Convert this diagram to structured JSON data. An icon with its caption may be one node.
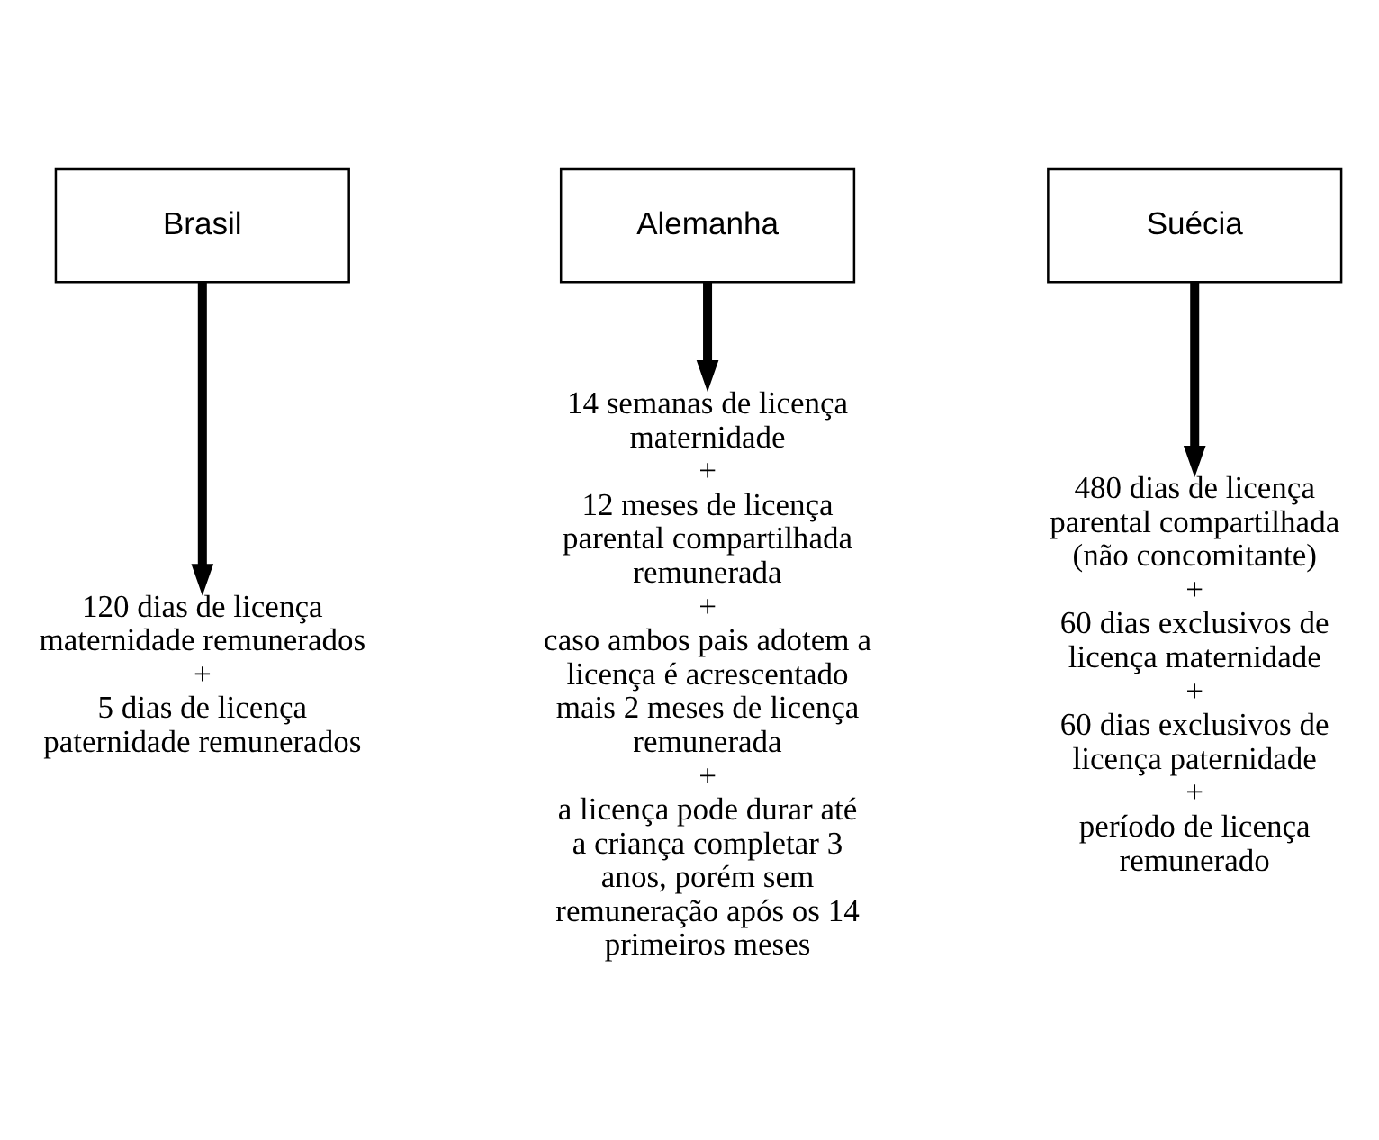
{
  "diagram": {
    "nodes": [
      {
        "text": [
          "Brasil"
        ]
      },
      {
        "text": [
          "Alemanha"
        ]
      },
      {
        "text": [
          "Suécia"
        ]
      },
      {
        "text": [
          "120 dias de licença maternidade remunerados",
          "+",
          "5 dias de licença paternidade remunerados"
        ]
      },
      {
        "text": [
          "14 semanas de licença maternidade",
          "+",
          "12 meses de licença parental compartilhada remunerada",
          "+",
          "caso ambos pais adotem a licença é acrescentado mais 2 meses de licença remunerada",
          "+",
          "a licença pode durar até a criança completar 3 anos, porém sem remuneração após os 14 primeiros meses"
        ]
      },
      {
        "text": [
          "480 dias de licença parental compartilhada (não concomitante)",
          "+",
          "60 dias exclusivos de licença maternidade",
          "+",
          "60 dias exclusivos de licença paternidade",
          "+",
          "período de licença remunerado"
        ]
      }
    ],
    "edges": [
      {
        "from": 0,
        "to": 3,
        "arrow": "to"
      },
      {
        "from": 1,
        "to": 4,
        "arrow": "to"
      },
      {
        "from": 2,
        "to": 5,
        "arrow": "to"
      }
    ]
  }
}
